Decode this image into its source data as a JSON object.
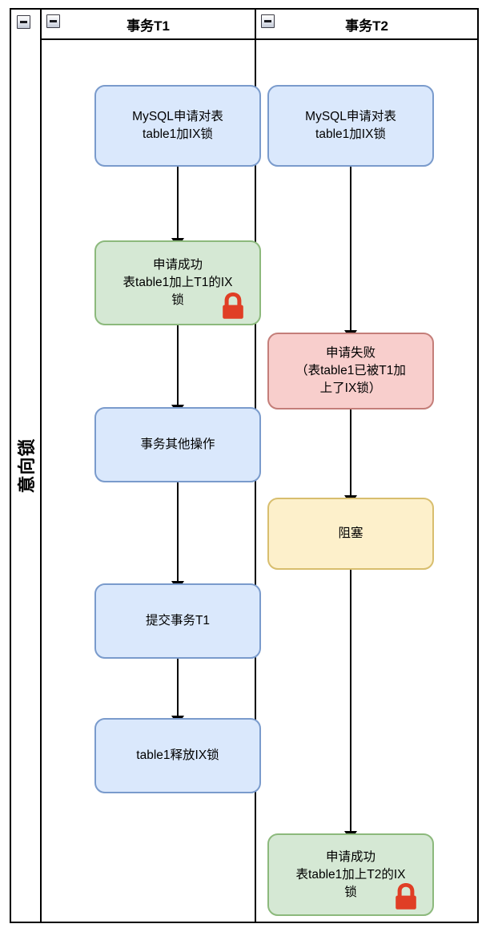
{
  "pool": {
    "title": "意向锁",
    "collapse_icon": "minus-collapse-icon"
  },
  "lanes": [
    {
      "id": "t1",
      "header": "事务T1",
      "collapse_icon": "minus-collapse-icon",
      "nodes": [
        {
          "id": "t1-n1",
          "label": "MySQL申请对表\ntable1加IX锁",
          "color": "blue",
          "lock": false
        },
        {
          "id": "t1-n2",
          "label": "申请成功\n表table1加上T1的IX\n锁",
          "color": "green",
          "lock": true
        },
        {
          "id": "t1-n3",
          "label": "事务其他操作",
          "color": "blue",
          "lock": false
        },
        {
          "id": "t1-n4",
          "label": "提交事务T1",
          "color": "blue",
          "lock": false
        },
        {
          "id": "t1-n5",
          "label": "table1释放IX锁",
          "color": "blue",
          "lock": false
        }
      ]
    },
    {
      "id": "t2",
      "header": "事务T2",
      "collapse_icon": "minus-collapse-icon",
      "nodes": [
        {
          "id": "t2-n1",
          "label": "MySQL申请对表\ntable1加IX锁",
          "color": "blue",
          "lock": false
        },
        {
          "id": "t2-n2",
          "label": "申请失败\n（表table1已被T1加\n上了IX锁）",
          "color": "red",
          "lock": false
        },
        {
          "id": "t2-n3",
          "label": "阻塞",
          "color": "amber",
          "lock": false
        },
        {
          "id": "t2-n4",
          "label": "申请成功\n表table1加上T2的IX\n锁",
          "color": "green",
          "lock": true
        }
      ]
    }
  ],
  "colors": {
    "blue_fill": "#dae8fc",
    "blue_stroke": "#7a9bcc",
    "green_fill": "#d5e8d4",
    "green_stroke": "#8cb97c",
    "red_fill": "#f8cecc",
    "red_stroke": "#c47e79",
    "amber_fill": "#fdf0cb",
    "amber_stroke": "#d8be6e",
    "lock": "#e03e25",
    "frame": "#000000"
  },
  "icons": {
    "lock": "padlock-icon"
  }
}
